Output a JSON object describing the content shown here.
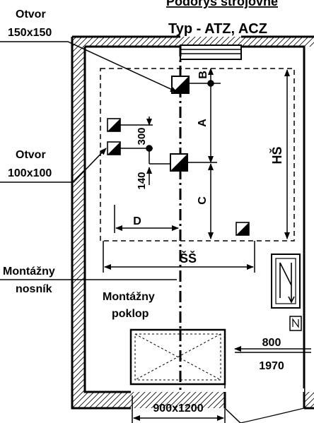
{
  "title": {
    "main": "Pôdorys strojovne",
    "sub": "Typ - ATZ, ACZ"
  },
  "labels": {
    "opening_150_line1": "Otvor",
    "opening_150_line2": "150x150",
    "opening_100_line1": "Otvor",
    "opening_100_line2": "100x100",
    "mounting_beam_line1": "Montážny",
    "mounting_beam_line2": "nosník",
    "mounting_hatch_line1": "Montážny",
    "mounting_hatch_line2": "poklop"
  },
  "dimensions": {
    "a": "A",
    "b": "B",
    "c": "C",
    "d": "D",
    "v300": "300",
    "v140": "140",
    "hs": "HŠ",
    "ss": "ŠŠ",
    "hatch_size": "900x1200",
    "door_width": "800",
    "door_height": "1970"
  },
  "colors": {
    "line": "#000000",
    "background": "#ffffff"
  }
}
